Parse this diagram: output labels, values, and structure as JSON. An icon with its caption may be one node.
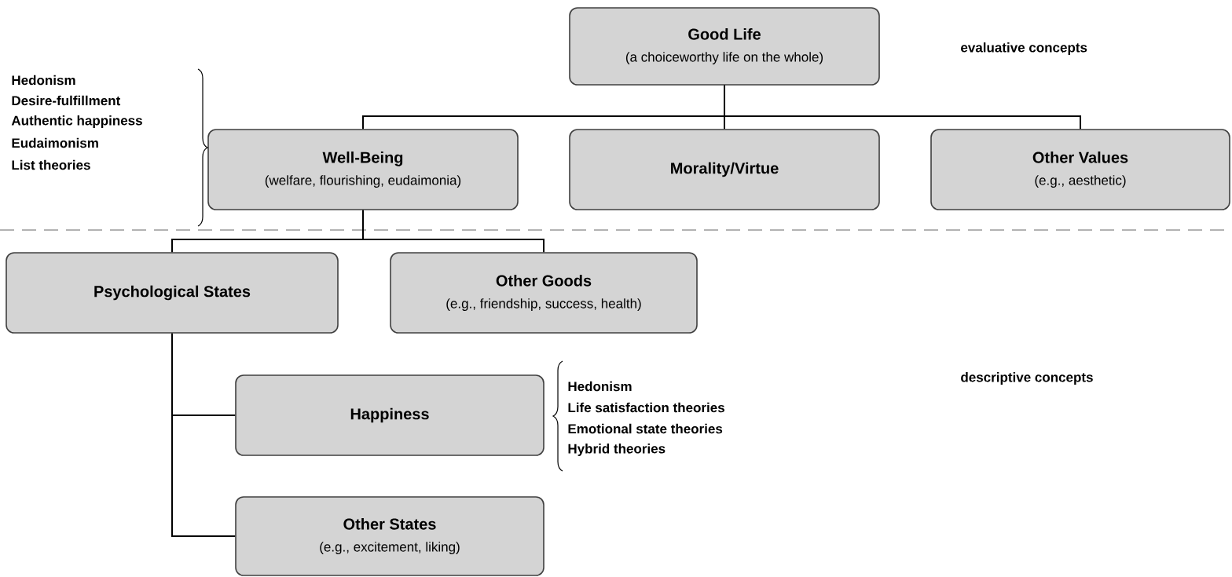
{
  "diagram": {
    "nodes": [
      {
        "text": [
          "Good Life",
          "(a choiceworthy life on the whole)"
        ]
      },
      {
        "text": [
          "Well-Being",
          "(welfare, flourishing, eudaimonia)"
        ]
      },
      {
        "text": [
          "Morality/Virtue"
        ]
      },
      {
        "text": [
          "Other Values",
          "(e.g., aesthetic)"
        ]
      },
      {
        "text": [
          "Psychological States"
        ]
      },
      {
        "text": [
          "Other Goods",
          "(e.g., friendship, success, health)"
        ]
      },
      {
        "text": [
          "Happiness"
        ]
      },
      {
        "text": [
          "Other States",
          "(e.g., excitement, liking)"
        ]
      }
    ],
    "edges": [
      {
        "from": 0,
        "to": 1,
        "arrow": "none"
      },
      {
        "from": 0,
        "to": 2,
        "arrow": "none"
      },
      {
        "from": 0,
        "to": 3,
        "arrow": "none"
      },
      {
        "from": 1,
        "to": 4,
        "arrow": "none"
      },
      {
        "from": 1,
        "to": 5,
        "arrow": "none"
      },
      {
        "from": 4,
        "to": 6,
        "arrow": "none"
      },
      {
        "from": 4,
        "to": 7,
        "arrow": "none"
      }
    ],
    "labels": [
      "evaluative concepts",
      "Hedonism",
      "Desire-fulfillment",
      "Authentic happiness",
      "Eudaimonism",
      "List theories",
      "Hedonism",
      "Life satisfaction theories",
      "Emotional state theories",
      "Hybrid theories",
      "descriptive concepts"
    ]
  }
}
